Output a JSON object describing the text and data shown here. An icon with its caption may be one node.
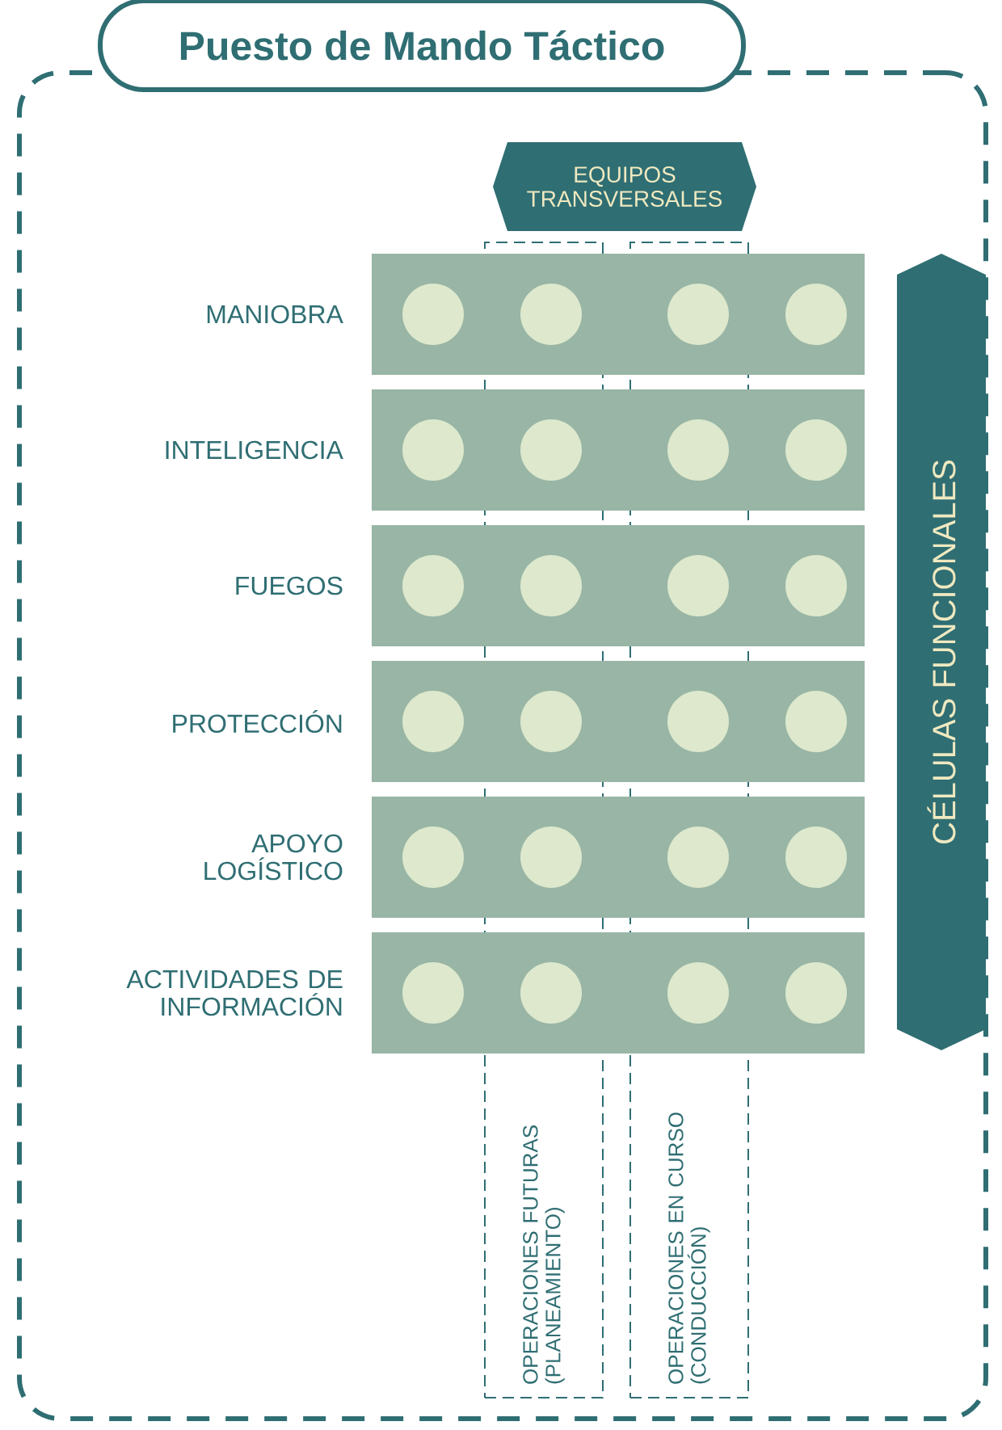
{
  "diagram": {
    "nodes": [
      {
        "text": [
          "Puesto de Mando Táctico"
        ]
      },
      {
        "text": [
          "EQUIPOS TRANSVERSALES"
        ],
        "in": 0
      },
      {
        "text": [
          "MANIOBRA"
        ],
        "in": 0
      },
      {
        "text": [
          "INTELIGENCIA"
        ],
        "in": 0
      },
      {
        "text": [
          "FUEGOS"
        ],
        "in": 0
      },
      {
        "text": [
          "PROTECCIÓN"
        ],
        "in": 0
      },
      {
        "text": [
          "APOYO LOGÍSTICO"
        ],
        "in": 0
      },
      {
        "text": [
          "ACTIVIDADES DE INFORMACIÓN"
        ],
        "in": 0
      },
      {
        "text": [
          "OPERACIONES FUTURAS (PLANEAMIENTO)"
        ],
        "in": 0
      },
      {
        "text": [
          "OPERACIONES EN CURSO (CONDUCCIÓN)"
        ],
        "in": 0
      },
      {
        "text": [
          "CÉLULAS FUNCIONALES"
        ],
        "in": 0
      }
    ]
  }
}
